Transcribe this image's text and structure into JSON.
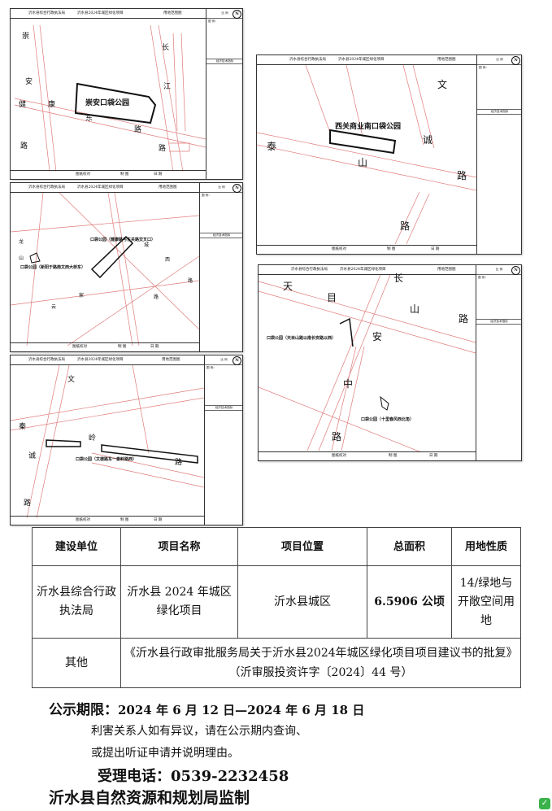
{
  "maps": [
    {
      "header_left": "沂水县综合行政执法局",
      "header_right": "沂水县2024年城区绿化项目",
      "header_center": "用地范围图",
      "scale_label": "比 例",
      "side_title": "图 例：",
      "side_tech": "经济技术指标",
      "footer": [
        "图纸校对",
        "制 图",
        "日 期"
      ],
      "park_name": "崇安口袋公园",
      "roads": [
        "崇",
        "安",
        "健",
        "路",
        "康",
        "东",
        "路",
        "长",
        "江",
        "路"
      ]
    },
    {
      "header_left": "沂水县综合行政执法局",
      "header_right": "沂水县2024年城区绿化项目",
      "header_center": "用地范围图",
      "scale_label": "比 例",
      "side_title": "图 例：",
      "side_tech": "经济技术指标",
      "footer": [
        "图纸校对",
        "制 图",
        "日 期"
      ],
      "park_name": "西关商业南口袋公园",
      "roads": [
        "文",
        "诚",
        "泰",
        "山",
        "路",
        "路"
      ]
    },
    {
      "header_left": "沂水县综合行政执法局",
      "header_right": "沂水县2024年城区绿化项目",
      "header_center": "用地范围图",
      "scale_label": "比 例",
      "side_title": "图 例：",
      "side_tech": "经济技术指标",
      "footer": [
        "图纸校对",
        "制 图",
        "日 期"
      ],
      "park_name": "口袋公园（健康路与东关路交叉口）",
      "park_name_2": "口袋公园（新阳于路南文西大桥东）",
      "roads": [
        "龙",
        "山",
        "云",
        "家",
        "西",
        "路",
        "城",
        "路"
      ]
    },
    {
      "header_left": "沂水县综合行政执法局",
      "header_right": "沂水县2024年城区绿化项目",
      "header_center": "用地范围图",
      "scale_label": "比 例",
      "side_title": "图 例：",
      "side_tech": "经济技术指标",
      "footer": [
        "图纸校对",
        "制 图",
        "日 期"
      ],
      "park_name": "口袋公园（天目山路以南长安路以西）",
      "park_name_2": "口袋公园（十里春风西北角）",
      "roads": [
        "天",
        "目",
        "长",
        "山",
        "路",
        "安",
        "中",
        "路"
      ]
    },
    {
      "header_left": "沂水县综合行政执法局",
      "header_right": "沂水县2024年城区绿化项目",
      "header_center": "用地范围图",
      "scale_label": "比 例",
      "side_title": "图 例：",
      "side_tech": "经济技术指标",
      "footer": [
        "图纸校对",
        "制 图",
        "日 期"
      ],
      "park_name": "口袋公园（文德路东一秦岭路西）",
      "roads": [
        "文",
        "秦",
        "诚",
        "路",
        "岭",
        "路"
      ]
    }
  ],
  "table": {
    "headers": [
      "建设单位",
      "项目名称",
      "项目位置",
      "总面积",
      "用地性质"
    ],
    "row": [
      "沂水县综合行政执法局",
      "沂水县 2024 年城区绿化项目",
      "沂水县城区",
      "6.5906 公顷",
      "14/绿地与开敞空间用地"
    ],
    "other_label": "其他",
    "other_value_1": "《沂水县行政审批服务局关于沂水县2024年城区绿化项目项目建议书的批复》",
    "other_value_2": "（沂审服投资许字〔2024〕44 号）"
  },
  "notice": {
    "period_label": "公示期限：",
    "period_value": "2024 年 6 月 12 日—2024 年 6 月 18 日",
    "line1": "利害关系人如有异议，请在公示期内查询、",
    "line2": "或提出听证申请并说明理由。",
    "phone_label": "受理电话：",
    "phone_value": "0539-2232458",
    "supervisor": "沂水县自然资源和规划局监制"
  },
  "stamp_icon": "leaf-badge-icon"
}
